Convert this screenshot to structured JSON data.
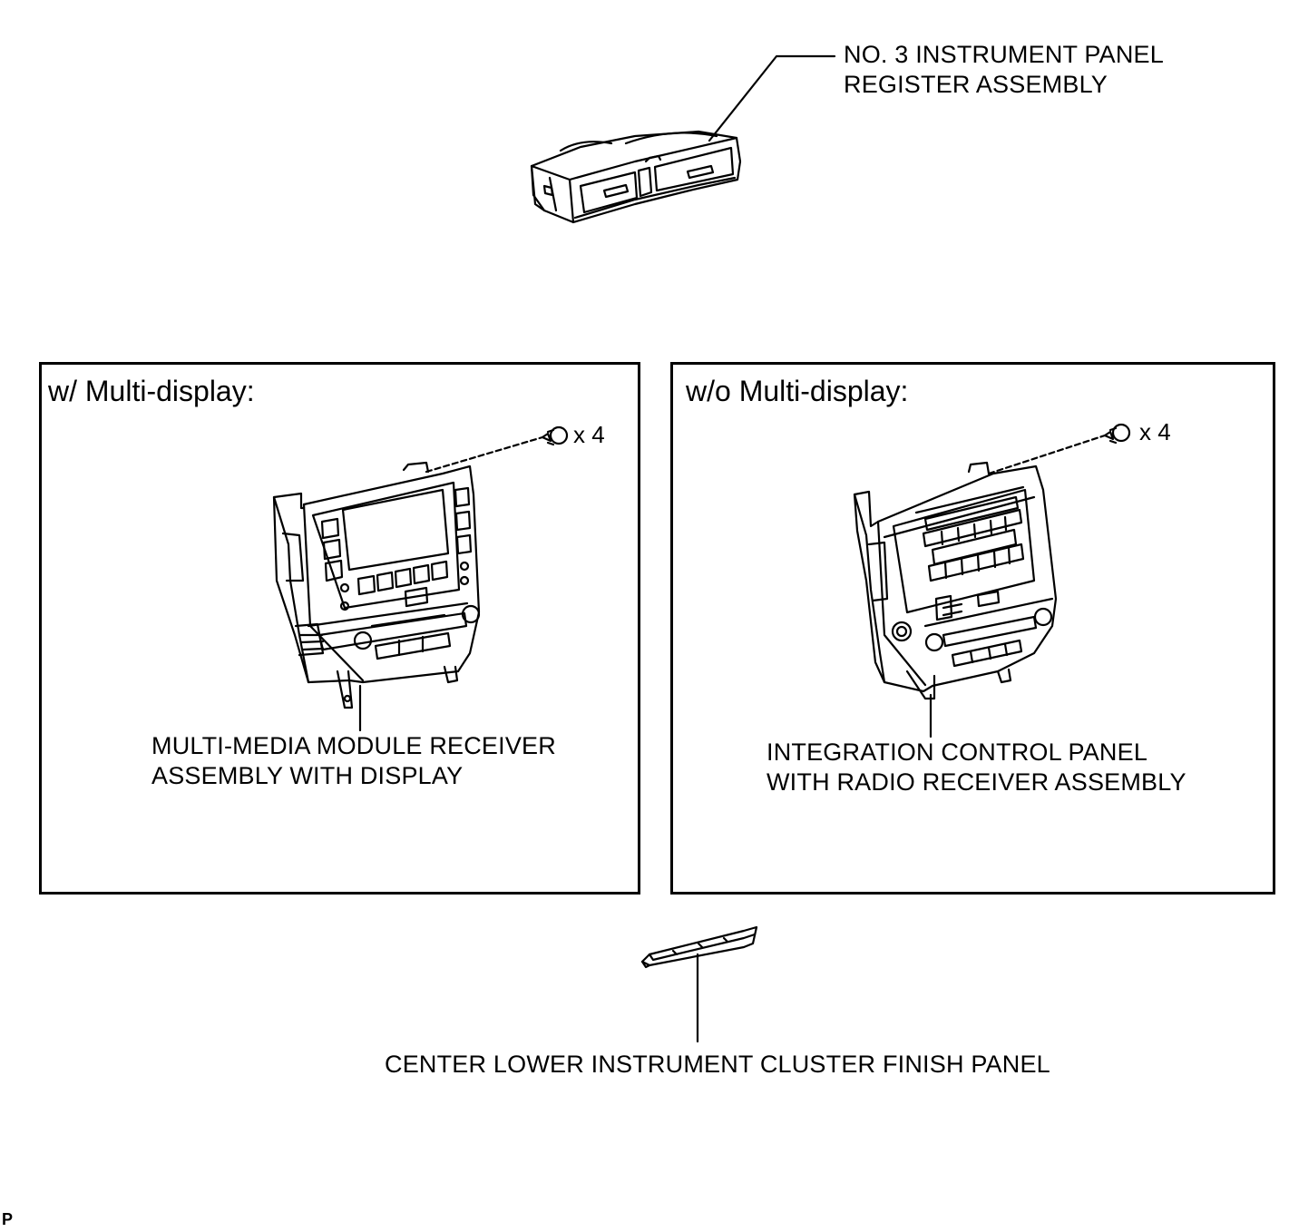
{
  "register": {
    "label_line1": "NO. 3 INSTRUMENT PANEL",
    "label_line2": "REGISTER ASSEMBLY"
  },
  "panel_with": {
    "title": "w/ Multi-display:",
    "qty": "x 4",
    "label_line1": "MULTI-MEDIA MODULE RECEIVER",
    "label_line2": "ASSEMBLY WITH DISPLAY"
  },
  "panel_without": {
    "title": "w/o Multi-display:",
    "qty": "x 4",
    "label_line1": "INTEGRATION CONTROL PANEL",
    "label_line2": "WITH RADIO RECEIVER ASSEMBLY"
  },
  "finish_panel": {
    "label": "CENTER LOWER INSTRUMENT CLUSTER FINISH PANEL"
  },
  "corner_code": "P"
}
